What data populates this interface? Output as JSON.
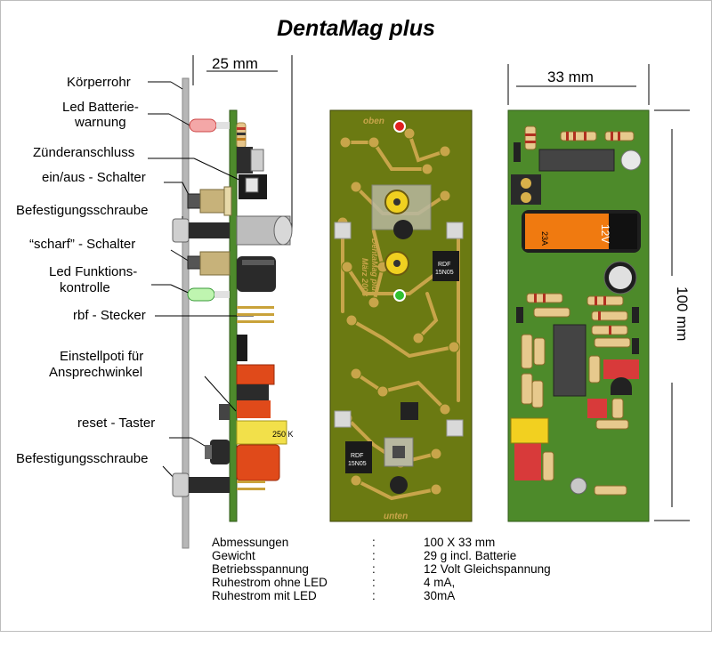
{
  "title": "DentaMag plus",
  "side_labels": [
    "Körperrohr",
    "Led Batterie-",
    "warnung",
    "Zünderanschluss",
    "ein/aus - Schalter",
    "Befestigungsschraube",
    "“scharf” - Schalter",
    "Led Funktions-",
    "kontrolle",
    "rbf - Stecker",
    "Einstellpoti für",
    "Ansprechwinkel",
    "reset - Taster",
    "Befestigungsschraube"
  ],
  "dimensions": {
    "side_width": "25 mm",
    "board_width": "33 mm",
    "board_height": "100 mm"
  },
  "pcb_text": {
    "top": "oben",
    "bottom": "unten",
    "date": "März 2003",
    "product": "DentaMag plus",
    "mosfet1": "RDF",
    "mosfet1b": "15N05",
    "mosfet2": "RDF",
    "mosfet2b": "15N05",
    "pot_value": "250 K",
    "battery_voltage": "12V",
    "battery_type": "23A"
  },
  "specs": [
    {
      "key": "Abmessungen",
      "sep": ":",
      "value": "100 X 33 mm"
    },
    {
      "key": "Gewicht",
      "sep": ":",
      "value": "29 g incl. Batterie"
    },
    {
      "key": "Betriebsspannung",
      "sep": ":",
      "value": "12 Volt Gleichspannung"
    },
    {
      "key": "Ruhestrom ohne LED",
      "sep": ":",
      "value": "4 mA,"
    },
    {
      "key": "Ruhestrom mit LED",
      "sep": ":",
      "value": "30mA"
    }
  ],
  "colors": {
    "pcb_green": "#4d8a2a",
    "pcb_olive": "#6b7a12",
    "copper": "#c8a54a",
    "resistor_body": "#e7c98d",
    "battery_orange": "#f07a10",
    "capacitor_red": "#e04a1a"
  }
}
